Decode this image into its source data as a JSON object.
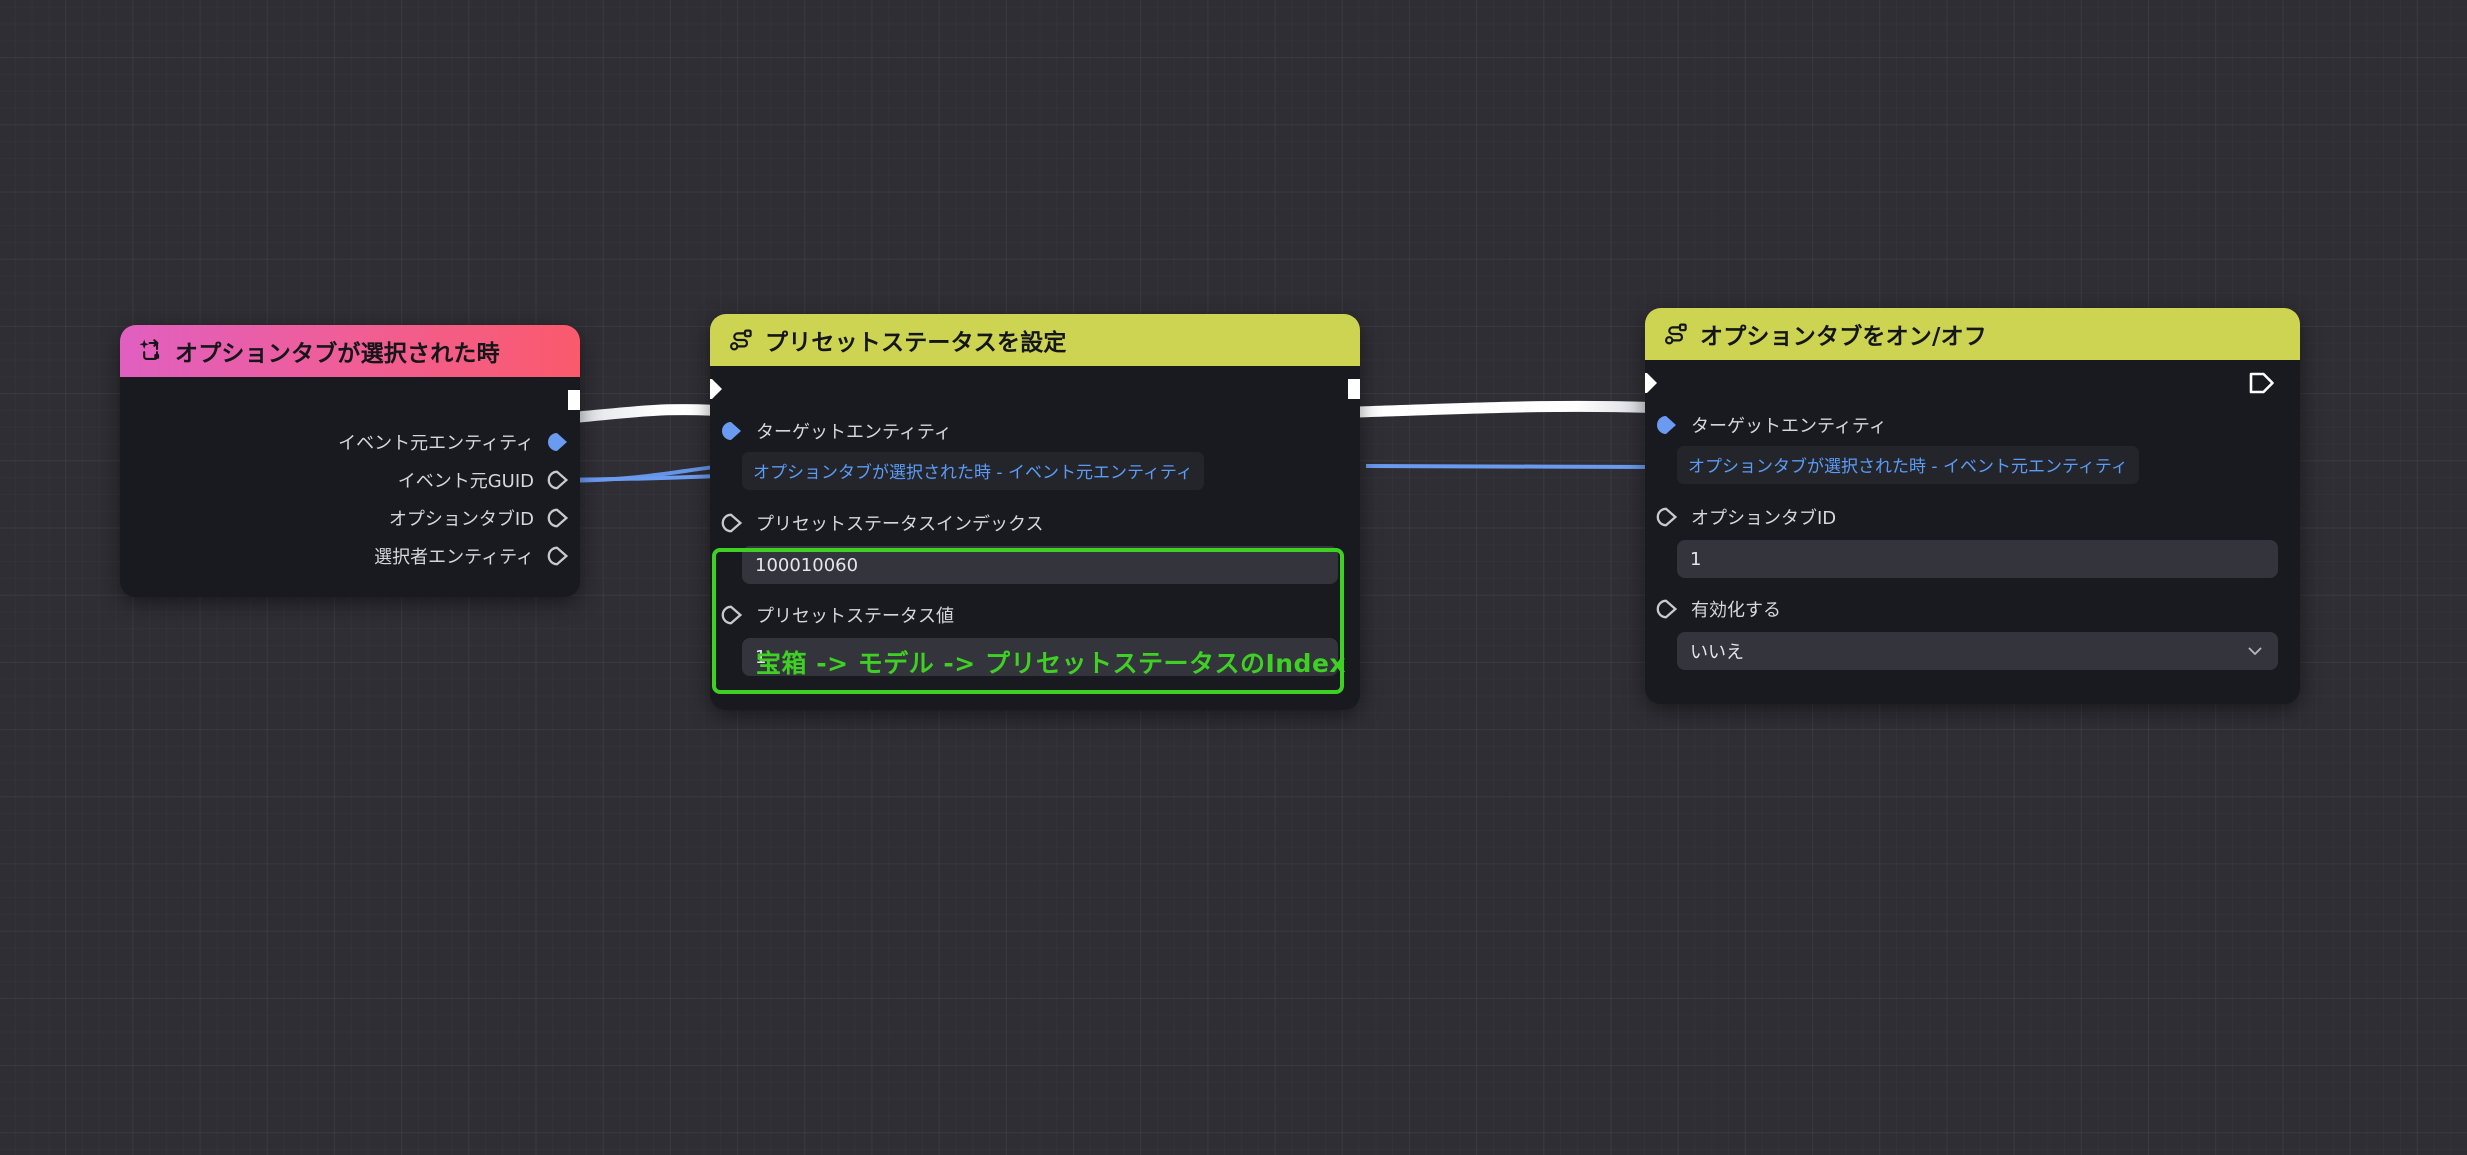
{
  "canvas": {
    "background_color": "#2e2e34",
    "grid_color": "#3a3a42"
  },
  "nodes": [
    {
      "id": "event-option-tab-selected",
      "kind": "event",
      "title": "オプションタブが選択された時",
      "header_icon": "event-sparkle-icon",
      "header_gradient_from": "#e05fc0",
      "header_gradient_to": "#fb5a6c",
      "exec_out": true,
      "outputs": [
        {
          "label": "イベント元エンティティ",
          "pin": "entity-filled",
          "pin_color": "#6a9bf0"
        },
        {
          "label": "イベント元GUID",
          "pin": "value-hollow",
          "pin_color": "#c7c9d1"
        },
        {
          "label": "オプションタブID",
          "pin": "value-hollow",
          "pin_color": "#c7c9d1"
        },
        {
          "label": "選択者エンティティ",
          "pin": "value-hollow",
          "pin_color": "#c7c9d1"
        }
      ]
    },
    {
      "id": "action-set-preset-status",
      "kind": "action",
      "title": "プリセットステータスを設定",
      "header_icon": "node-flow-icon",
      "header_color": "#ccd452",
      "exec_in": true,
      "exec_out": true,
      "inputs": [
        {
          "label": "ターゲットエンティティ",
          "pin": "entity-filled",
          "pin_color": "#6a9bf0",
          "link_chip": "オプションタブが選択された時 - イベント元エンティティ"
        },
        {
          "label": "プリセットステータスインデックス",
          "pin": "value-hollow",
          "pin_color": "#c7c9d1",
          "value": "100010060",
          "control": "text"
        },
        {
          "label": "プリセットステータス値",
          "pin": "value-hollow",
          "pin_color": "#c7c9d1",
          "value": "1",
          "control": "text"
        }
      ]
    },
    {
      "id": "action-toggle-option-tab",
      "kind": "action",
      "title": "オプションタブをオン/オフ",
      "header_icon": "node-flow-icon",
      "header_color": "#ccd452",
      "exec_in": true,
      "exec_out_hollow": true,
      "inputs": [
        {
          "label": "ターゲットエンティティ",
          "pin": "entity-filled",
          "pin_color": "#6a9bf0",
          "link_chip": "オプションタブが選択された時 - イベント元エンティティ"
        },
        {
          "label": "オプションタブID",
          "pin": "value-hollow",
          "pin_color": "#c7c9d1",
          "value": "1",
          "control": "text"
        },
        {
          "label": "有効化する",
          "pin": "value-hollow",
          "pin_color": "#c7c9d1",
          "value": "いいえ",
          "control": "select",
          "chevron": "chevron-down-icon"
        }
      ]
    }
  ],
  "annotation": {
    "text": "宝箱 -> モデル -> プリセットステータスのIndex",
    "color": "#3fd024",
    "highlight_color": "#3fd024"
  },
  "connections": [
    {
      "from": "event-option-tab-selected.exec_out",
      "to": "action-set-preset-status.exec_in",
      "type": "exec",
      "color": "#ffffff"
    },
    {
      "from": "action-set-preset-status.exec_out",
      "to": "action-toggle-option-tab.exec_in",
      "type": "exec",
      "color": "#ffffff"
    },
    {
      "from": "event-option-tab-selected.イベント元エンティティ",
      "to": "action-set-preset-status.ターゲットエンティティ",
      "type": "data",
      "color": "#6a9bf0"
    },
    {
      "from": "event-option-tab-selected.イベント元エンティティ",
      "to": "action-toggle-option-tab.ターゲットエンティティ",
      "type": "data",
      "color": "#6a9bf0"
    }
  ]
}
